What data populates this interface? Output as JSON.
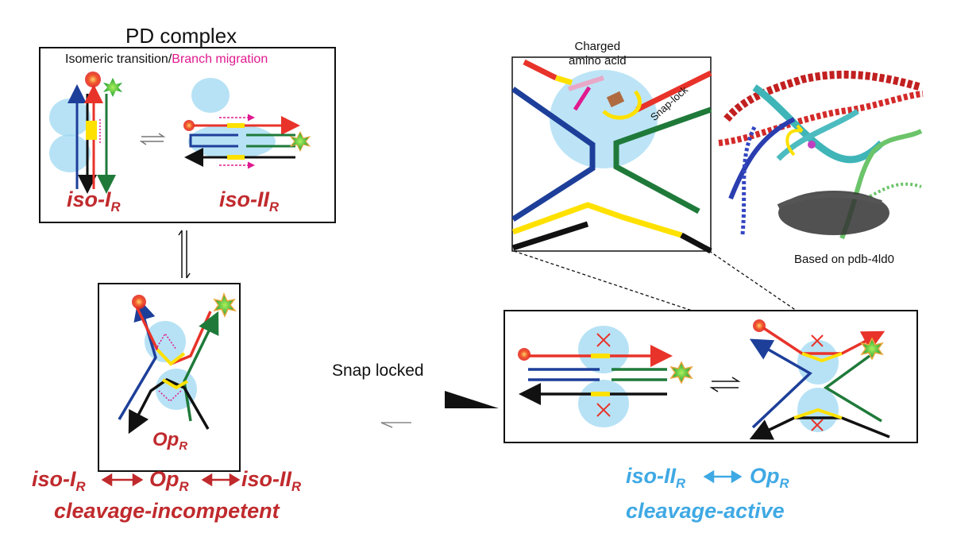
{
  "labels": {
    "pd_complex": "PD complex",
    "isomeric_transition": "Isomeric transition/",
    "branch_migration": "Branch migration",
    "iso_I_main": "iso-I",
    "iso_II_main": "iso-II",
    "sub_R": "R",
    "op_main": "Op",
    "snap_locked": "Snap locked",
    "charged": "Charged",
    "amino_acid": "amino acid",
    "snap_lock": "Snap-lock",
    "based_on": "Based on pdb-4ld0",
    "cleavage_incompetent": "cleavage-incompetent",
    "cleavage_active": "cleavage-active"
  },
  "colors": {
    "strand_red": "#e8332a",
    "strand_blue": "#1d3f9a",
    "strand_green": "#1f7a3a",
    "strand_black": "#111111",
    "strand_yellow": "#ffe100",
    "protein": "#9fd8f2",
    "incompetent_text": "#c02a2d",
    "active_text": "#3fa9e4",
    "magenta": "#e0198e"
  }
}
